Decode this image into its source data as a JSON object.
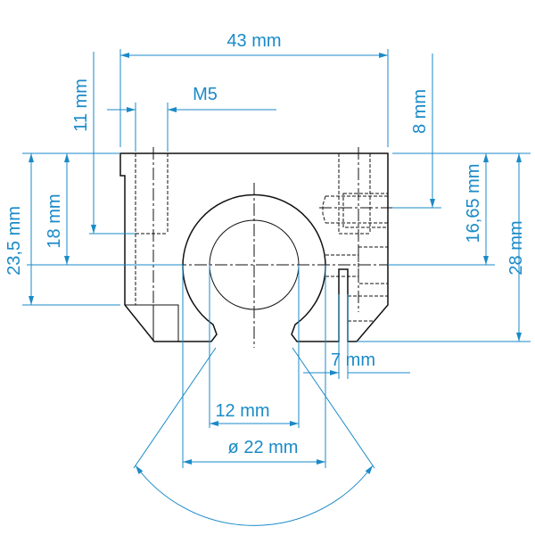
{
  "dimensions": {
    "width_total": "43 mm",
    "thread": "M5",
    "hole_offset": "11 mm",
    "bore_height": "18 mm",
    "lower_height": "23,5 mm",
    "right_offset": "8 mm",
    "bore_center": "16,65 mm",
    "total_height": "28 mm",
    "slot": "7 mm",
    "opening": "12 mm",
    "diameter": "ø 22 mm"
  },
  "colors": {
    "dimension": "#1a8ac8",
    "outline": "#111111"
  }
}
